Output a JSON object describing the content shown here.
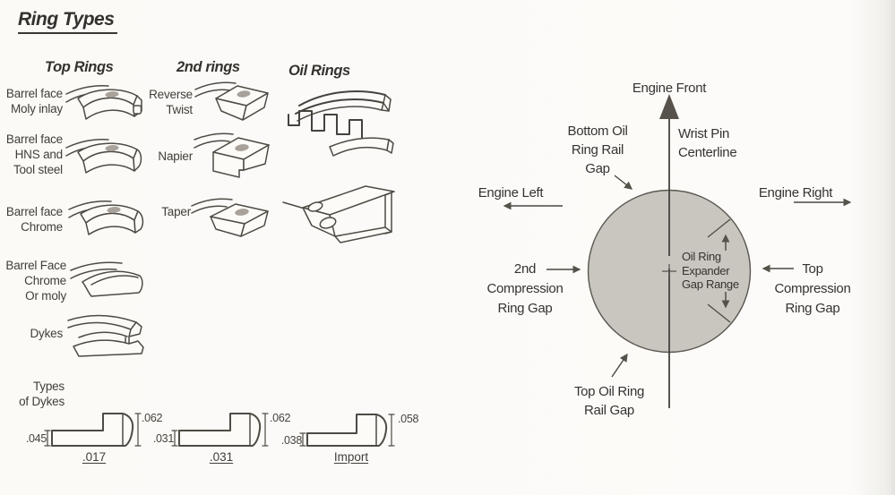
{
  "title": "Ring Types",
  "headers": {
    "top_rings": "Top Rings",
    "second_rings": "2nd rings",
    "oil_rings": "Oil Rings"
  },
  "top_rings": [
    {
      "label": "Barrel face\nMoly inlay"
    },
    {
      "label": "Barrel face\nHNS and\nTool steel"
    },
    {
      "label": "Barrel face\nChrome"
    },
    {
      "label": "Barrel Face\nChrome\nOr moly"
    },
    {
      "label": "Dykes"
    },
    {
      "label": "Types\nof Dykes"
    }
  ],
  "second_rings": [
    {
      "label": "Reverse\nTwist"
    },
    {
      "label": "Napier"
    },
    {
      "label": "Taper"
    }
  ],
  "cross_sections": [
    {
      "height_dim": ".045",
      "depth_dim": ".062",
      "name": ".017"
    },
    {
      "height_dim": ".031",
      "depth_dim": ".062",
      "name": ".031"
    },
    {
      "height_dim": ".038",
      "depth_dim": ".058",
      "name": "Import"
    }
  ],
  "gap_diagram": {
    "engine_front": "Engine Front",
    "engine_left": "Engine Left",
    "engine_right": "Engine Right",
    "wrist_pin_centerline": "Wrist Pin\nCenterline",
    "bottom_oil_ring_rail_gap": "Bottom Oil\nRing Rail\nGap",
    "second_compression_ring_gap": "2nd\nCompression\nRing Gap",
    "top_compression_ring_gap": "Top\nCompression\nRing Gap",
    "oil_ring_expander_gap_range": "Oil Ring\nExpander\nGap Range",
    "top_oil_ring_rail_gap": "Top Oil Ring\nRail Gap"
  },
  "icons": {
    "barrel_moly": "barrel-face-moly-ring-illustration",
    "barrel_hns": "barrel-face-hns-ring-illustration",
    "barrel_chrome": "barrel-face-chrome-ring-illustration",
    "barrel_chrome_moly": "barrel-face-chrome-moly-ring-illustration",
    "dykes": "dykes-ring-illustration",
    "reverse_twist": "reverse-twist-ring-illustration",
    "napier": "napier-ring-illustration",
    "taper": "taper-ring-illustration",
    "oil_ring_expander": "oil-ring-expander-illustration",
    "oil_ring_rail": "oil-ring-rail-illustration",
    "piston_circle": "piston-top-view-circle",
    "arrows": "direction-arrows"
  },
  "colors": {
    "ink": "#3d3a36",
    "line": "#4a4741",
    "piston_fill": "#c9c5bf",
    "moly_dot": "#a8a29a",
    "background": "#fbfaf7"
  }
}
